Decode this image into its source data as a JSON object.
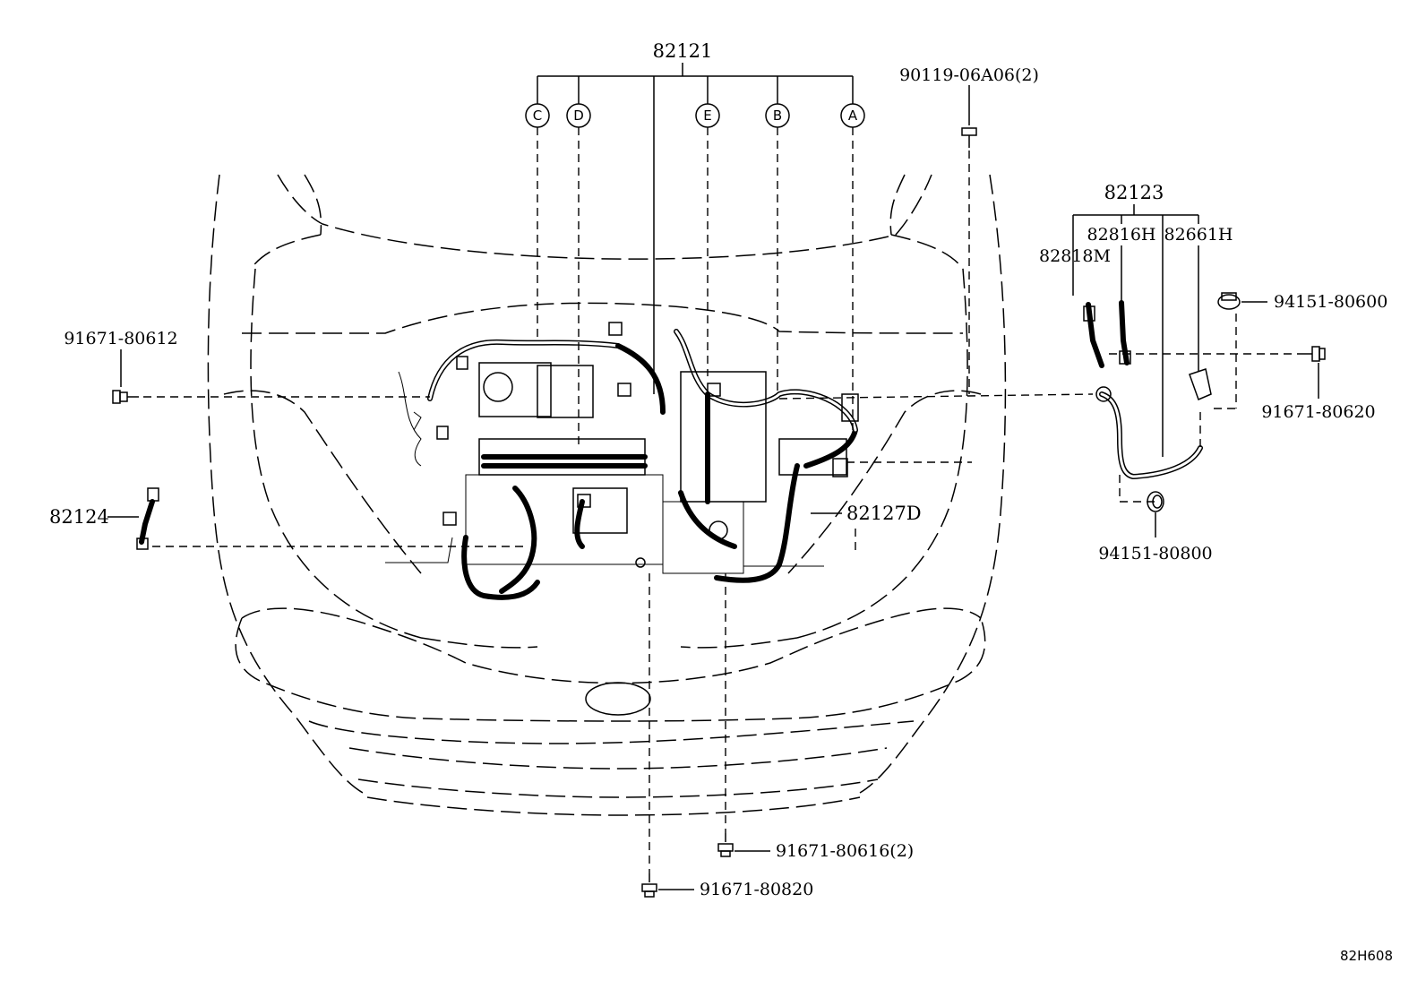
{
  "diagram": {
    "main_harness": {
      "part_no": "82121"
    },
    "callouts": [
      {
        "letter": "C"
      },
      {
        "letter": "D"
      },
      {
        "letter": "E"
      },
      {
        "letter": "B"
      },
      {
        "letter": "A"
      }
    ],
    "parts": {
      "bolt_top": "90119-06A06(2)",
      "sub_harness": "82123",
      "relay_a": "82816H",
      "relay_b": "82661H",
      "connector": "82818M",
      "nut_right_top": "94151-80600",
      "bolt_right": "91671-80620",
      "nut_right_bottom": "94151-80800",
      "bolt_left": "91671-80612",
      "sensor_wire": "82124",
      "harness_d": "82127D",
      "bolt_bottom_a": "91671-80616(2)",
      "bolt_bottom_b": "91671-80820"
    },
    "diagram_code": "82H608"
  }
}
